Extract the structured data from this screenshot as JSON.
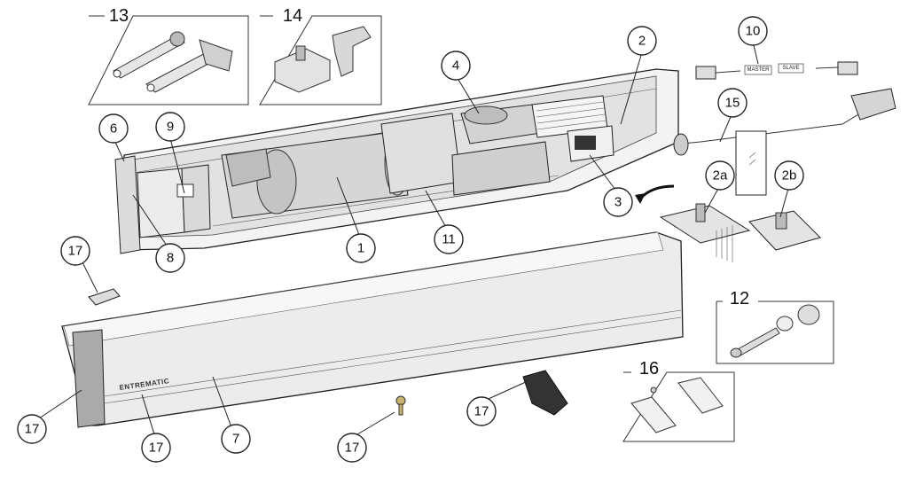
{
  "inset_boxes": {
    "box13": {
      "number": "13"
    },
    "box14": {
      "number": "14"
    },
    "box12": {
      "number": "12"
    },
    "box16": {
      "number": "16"
    }
  },
  "callouts": {
    "c1": "1",
    "c2": "2",
    "c2a": "2a",
    "c2b": "2b",
    "c3": "3",
    "c4": "4",
    "c6": "6",
    "c7": "7",
    "c8": "8",
    "c9": "9",
    "c10": "10",
    "c11": "11",
    "c15": "15",
    "c17a": "17",
    "c17b": "17",
    "c17c": "17",
    "c17d": "17",
    "c17e": "17"
  },
  "cable_labels": {
    "master": "MASTER",
    "slave": "SLAVE"
  },
  "brand": {
    "logo_text": "ENTREMATIC"
  },
  "colors": {
    "line": "#222222",
    "cover": "#e9e9e9",
    "motor": "#d9d9d9",
    "shade": "#bdbdbd"
  }
}
